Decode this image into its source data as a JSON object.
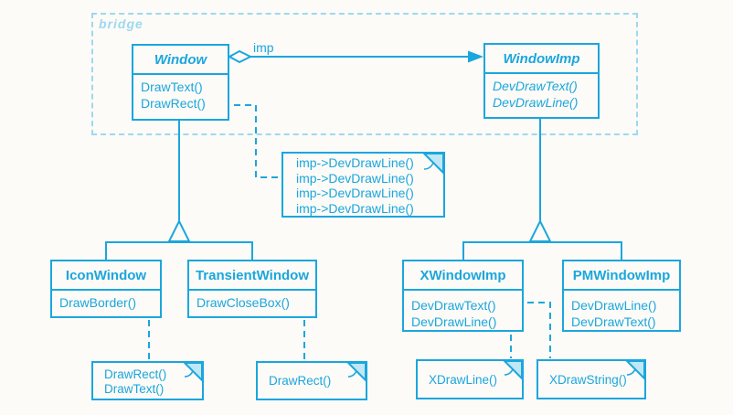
{
  "diagram": {
    "frame_label": "bridge",
    "association_label": "imp",
    "classes": {
      "window": {
        "name": "Window",
        "methods": [
          "DrawText()",
          "DrawRect()"
        ]
      },
      "windowimp": {
        "name": "WindowImp",
        "methods": [
          "DevDrawText()",
          "DevDrawLine()"
        ]
      },
      "iconwindow": {
        "name": "IconWindow",
        "methods": [
          "DrawBorder()"
        ]
      },
      "transientwindow": {
        "name": "TransientWindow",
        "methods": [
          "DrawCloseBox()"
        ]
      },
      "xwindowimp": {
        "name": "XWindowImp",
        "methods": [
          "DevDrawText()",
          "DevDrawLine()"
        ]
      },
      "pmwindowimp": {
        "name": "PMWindowImp",
        "methods": [
          "DevDrawLine()",
          "DevDrawText()"
        ]
      }
    },
    "notes": {
      "window_drawrect": {
        "lines": [
          "imp->DevDrawLine()",
          "imp->DevDrawLine()",
          "imp->DevDrawLine()",
          "imp->DevDrawLine()"
        ]
      },
      "iconwindow_note": {
        "lines": [
          "DrawRect()",
          "DrawText()"
        ]
      },
      "transient_note": {
        "lines": [
          "DrawRect()"
        ]
      },
      "xdrawline_note": {
        "lines": [
          "XDrawLine()"
        ]
      },
      "xdrawstring_note": {
        "lines": [
          "XDrawString()"
        ]
      }
    },
    "colors": {
      "line": "#1BA6DE",
      "light": "#9ED9EF",
      "dogear": "#BFE7F5",
      "background": "#FCFBF7"
    }
  }
}
